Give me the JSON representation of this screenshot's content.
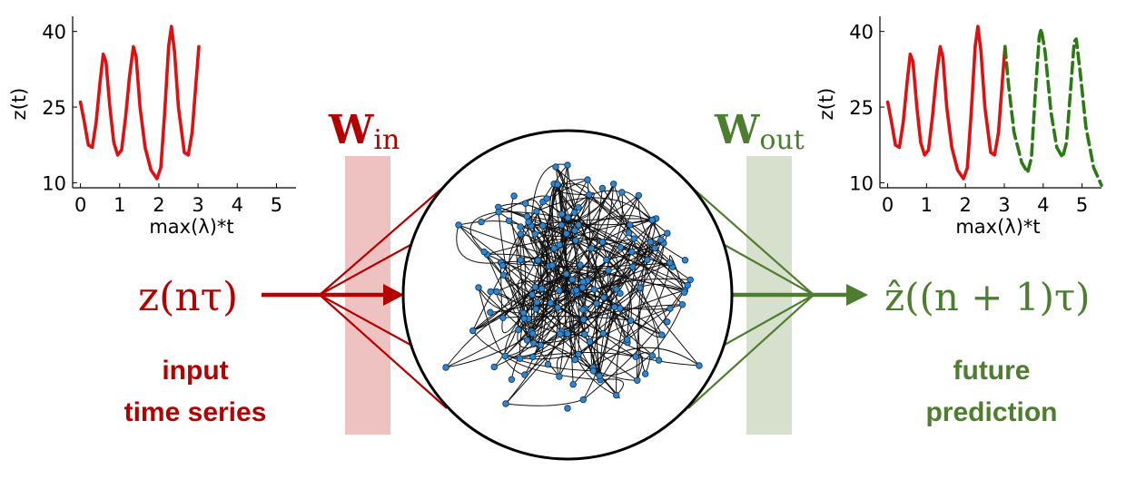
{
  "colors": {
    "input": "#b50000",
    "output": "#4d7d2e",
    "series": "#e01010",
    "prediction": "#2a7a12",
    "node": "#2f86d0",
    "input_band": "#efc2c2",
    "output_band": "#d6e0cc"
  },
  "input_label": {
    "line1": "input",
    "line2": "time series",
    "symbol": "z(nτ)",
    "weight": "W",
    "weight_sub": "in"
  },
  "output_label": {
    "line1": "future",
    "line2": "prediction",
    "symbol": "ẑ((n + 1)τ)",
    "weight": "W",
    "weight_sub": "out"
  },
  "chart_data": [
    {
      "type": "line",
      "title": "",
      "xlabel": "max(λ)*t",
      "ylabel": "z(t)",
      "xlim": [
        -0.2,
        5.5
      ],
      "ylim": [
        9,
        43
      ],
      "xticks": [
        0,
        1,
        2,
        3,
        4,
        5
      ],
      "yticks": [
        10,
        25,
        40
      ],
      "series": [
        {
          "style": "solid",
          "points": [
            [
              0,
              26
            ],
            [
              0.1,
              22
            ],
            [
              0.2,
              17.5
            ],
            [
              0.3,
              17
            ],
            [
              0.4,
              22
            ],
            [
              0.5,
              30
            ],
            [
              0.58,
              35.5
            ],
            [
              0.65,
              34
            ],
            [
              0.75,
              25
            ],
            [
              0.85,
              18
            ],
            [
              0.95,
              15.5
            ],
            [
              1.05,
              16.5
            ],
            [
              1.15,
              23
            ],
            [
              1.25,
              31
            ],
            [
              1.35,
              37
            ],
            [
              1.42,
              35
            ],
            [
              1.52,
              25
            ],
            [
              1.65,
              17
            ],
            [
              1.8,
              12.5
            ],
            [
              1.95,
              10.8
            ],
            [
              2.05,
              13
            ],
            [
              2.15,
              24
            ],
            [
              2.25,
              37
            ],
            [
              2.32,
              41
            ],
            [
              2.4,
              36
            ],
            [
              2.5,
              25
            ],
            [
              2.65,
              16
            ],
            [
              2.75,
              15.5
            ],
            [
              2.85,
              20
            ],
            [
              2.95,
              30
            ],
            [
              3.02,
              37
            ]
          ]
        }
      ]
    },
    {
      "type": "line",
      "title": "",
      "xlabel": "max(λ)*t",
      "ylabel": "z(t)",
      "xlim": [
        -0.2,
        5.5
      ],
      "ylim": [
        9,
        43
      ],
      "xticks": [
        0,
        1,
        2,
        3,
        4,
        5
      ],
      "yticks": [
        10,
        25,
        40
      ],
      "series": [
        {
          "style": "solid",
          "points": [
            [
              0,
              26
            ],
            [
              0.1,
              22
            ],
            [
              0.2,
              17.5
            ],
            [
              0.3,
              17
            ],
            [
              0.4,
              22
            ],
            [
              0.5,
              30
            ],
            [
              0.58,
              35.5
            ],
            [
              0.65,
              34
            ],
            [
              0.75,
              25
            ],
            [
              0.85,
              18
            ],
            [
              0.95,
              15.5
            ],
            [
              1.05,
              16.5
            ],
            [
              1.15,
              23
            ],
            [
              1.25,
              31
            ],
            [
              1.35,
              37
            ],
            [
              1.42,
              35
            ],
            [
              1.52,
              25
            ],
            [
              1.65,
              17
            ],
            [
              1.8,
              12.5
            ],
            [
              1.95,
              10.8
            ],
            [
              2.05,
              13
            ],
            [
              2.15,
              24
            ],
            [
              2.25,
              37
            ],
            [
              2.32,
              41
            ],
            [
              2.4,
              36
            ],
            [
              2.5,
              25
            ],
            [
              2.65,
              16
            ],
            [
              2.75,
              15.5
            ],
            [
              2.85,
              20
            ],
            [
              2.95,
              30
            ],
            [
              3.02,
              37
            ]
          ]
        },
        {
          "style": "dashed",
          "points": [
            [
              3.02,
              37
            ],
            [
              3.1,
              30
            ],
            [
              3.25,
              20
            ],
            [
              3.45,
              14
            ],
            [
              3.6,
              12
            ],
            [
              3.7,
              15
            ],
            [
              3.8,
              28
            ],
            [
              3.9,
              39
            ],
            [
              3.95,
              40.5
            ],
            [
              4.05,
              36
            ],
            [
              4.2,
              24
            ],
            [
              4.35,
              17
            ],
            [
              4.5,
              15
            ],
            [
              4.6,
              18
            ],
            [
              4.7,
              28
            ],
            [
              4.8,
              38
            ],
            [
              4.85,
              38.5
            ],
            [
              4.95,
              32
            ],
            [
              5.1,
              21
            ],
            [
              5.3,
              13
            ],
            [
              5.5,
              9.5
            ]
          ]
        }
      ]
    }
  ]
}
